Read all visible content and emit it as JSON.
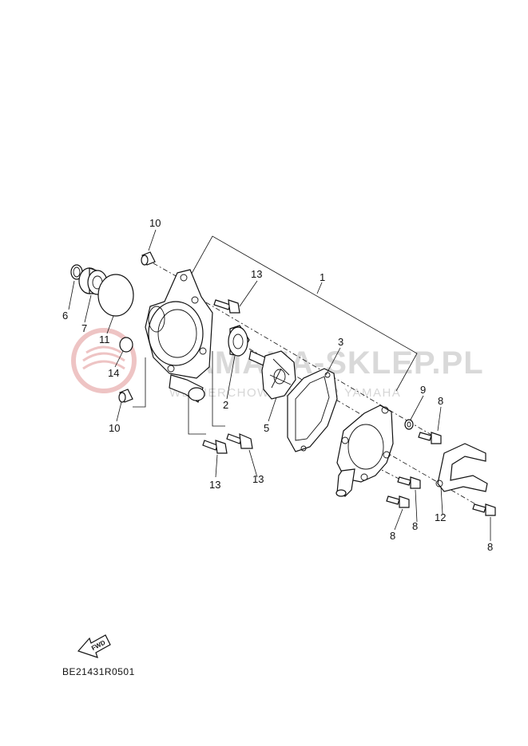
{
  "watermark": {
    "brand": "YAMAHA-SKLEP.PL",
    "subline": "WEJHERCHOWO  DEALER YAMAHA",
    "accent_color": "#e8b8b8"
  },
  "callouts": {
    "c1": "1",
    "c2": "2",
    "c3": "3",
    "c5": "5",
    "c6": "6",
    "c7": "7",
    "c8a": "8",
    "c8b": "8",
    "c8c": "8",
    "c8d": "8",
    "c9": "9",
    "c10a": "10",
    "c10b": "10",
    "c11": "11",
    "c12": "12",
    "c13a": "13",
    "c13b": "13",
    "c13c": "13",
    "c14": "14"
  },
  "fwd_label": "FWD",
  "diagram_code": "BE21431R0501"
}
